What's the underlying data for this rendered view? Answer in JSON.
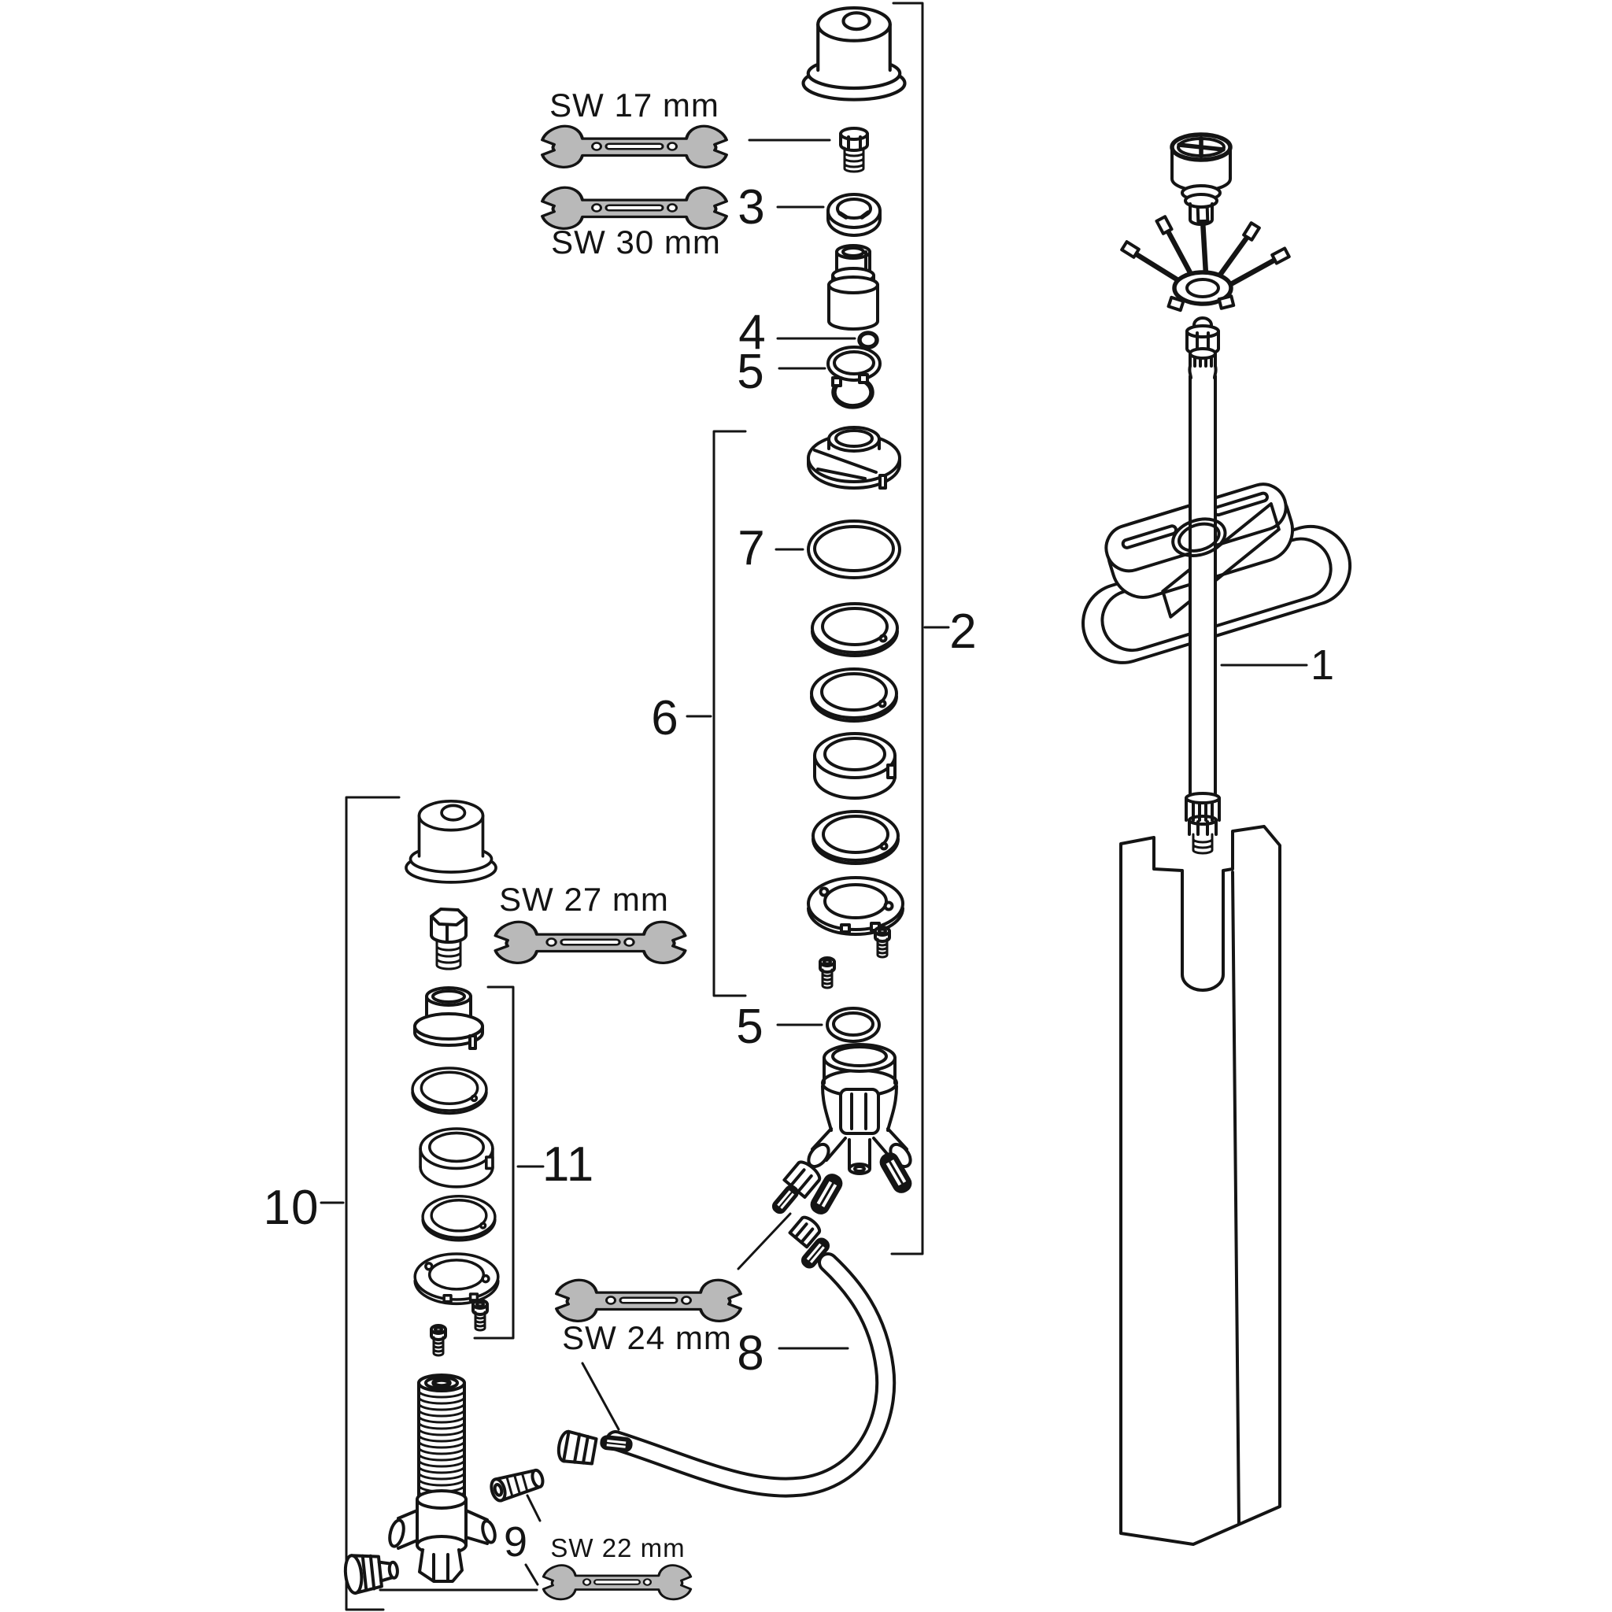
{
  "diagram": {
    "kind": "exploded-parts-diagram",
    "background": "#ffffff",
    "line_color": "#141414",
    "wrench_fill": "#b9b9b9"
  },
  "callouts": {
    "n1": "1",
    "n2": "2",
    "n3": "3",
    "n4": "4",
    "n5": "5",
    "n6": "6",
    "n7": "7",
    "n8": "8",
    "n9": "9",
    "n10": "10",
    "n11": "11"
  },
  "wrench_labels": {
    "sw17": "SW 17 mm",
    "sw30": "SW 30 mm",
    "sw27": "SW 27 mm",
    "sw24": "SW 24 mm",
    "sw22": "SW 22 mm"
  }
}
